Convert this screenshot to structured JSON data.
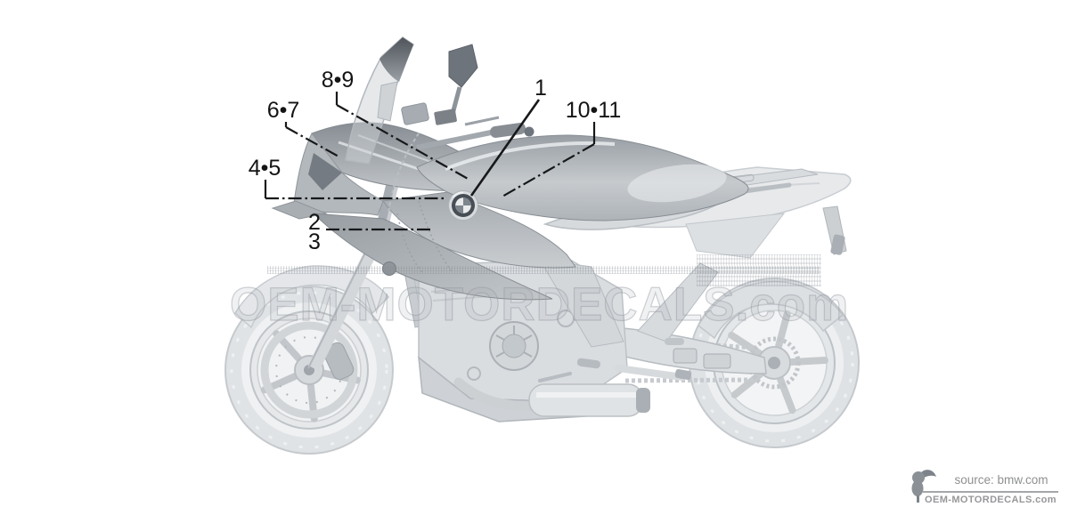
{
  "callouts": {
    "labels": {
      "c1": "1",
      "c2": "2",
      "c3": "3",
      "c45": "4•5",
      "c67": "6•7",
      "c89": "8•9",
      "c1011": "10•11"
    }
  },
  "watermark": {
    "text": "OEM-MOTORDECALS.com"
  },
  "attribution": {
    "source": "source: bmw.com",
    "brand": "OEM-MOTORDECALS.com",
    "logo_icon": "toucan-logo-icon"
  },
  "colors": {
    "callout_line": "#17181a",
    "panel_dark": "#8f959b",
    "line_art": "#c9cdd1",
    "watermark_gray": "#9aa0a6",
    "attribution_gray": "#8e8f91"
  }
}
